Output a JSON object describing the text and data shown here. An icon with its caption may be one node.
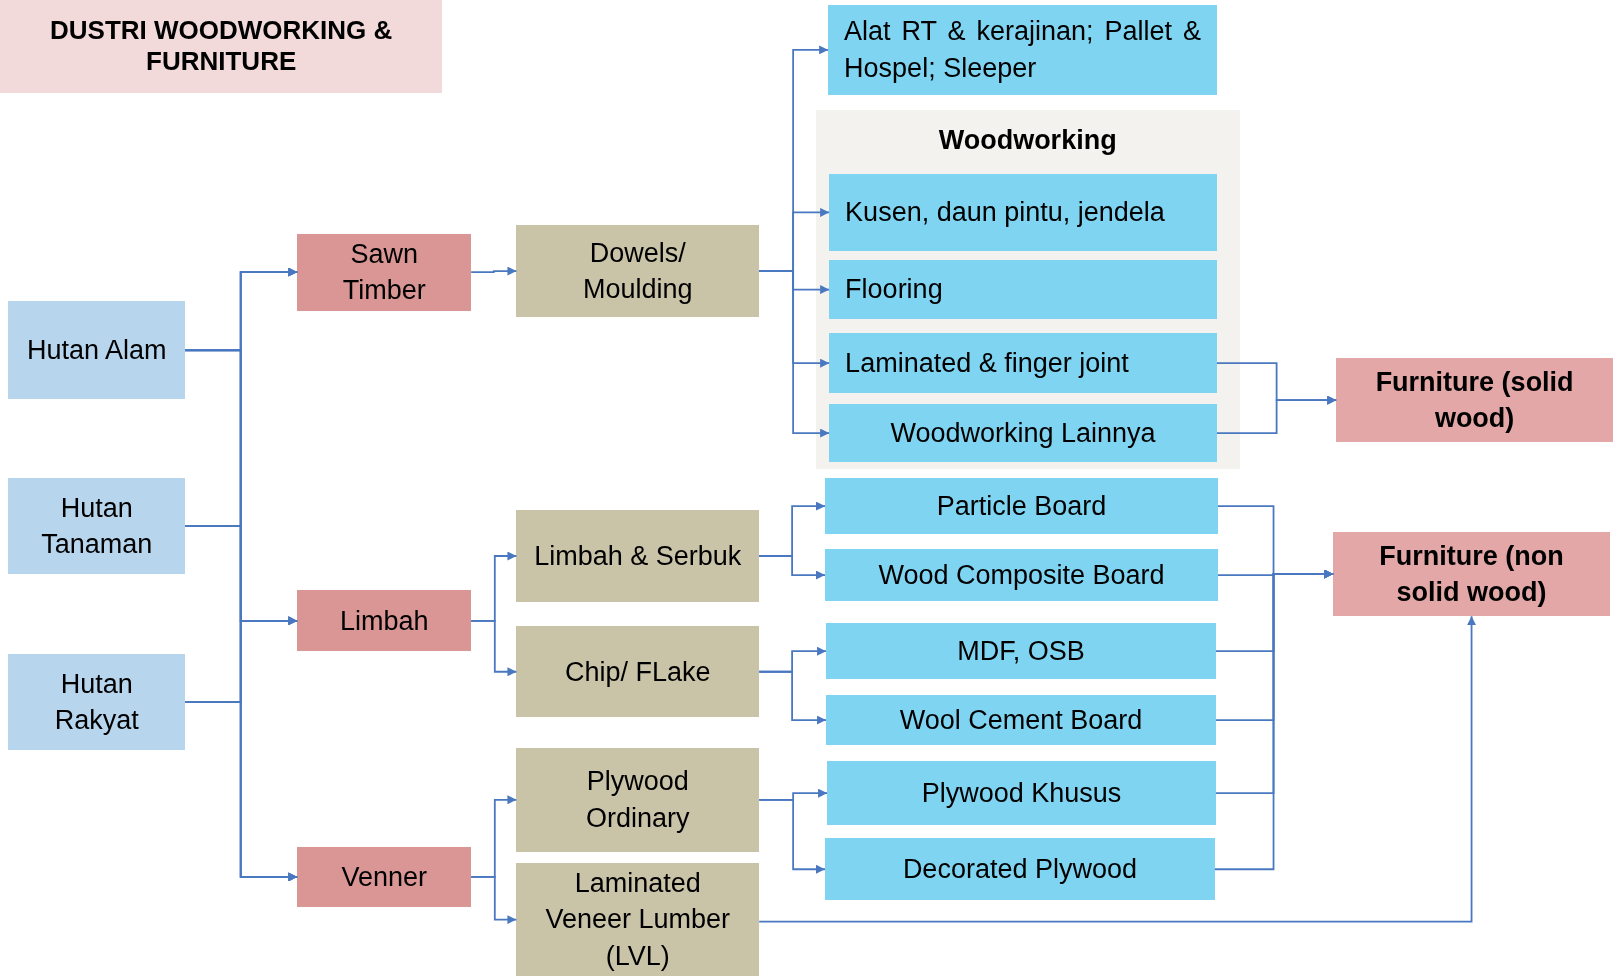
{
  "diagram": {
    "title": "DUSTRI WOODWORKING & FURNITURE",
    "nodes": [
      {
        "text": [
          "Hutan Alam"
        ]
      },
      {
        "text": [
          "Hutan Tanaman"
        ]
      },
      {
        "text": [
          "Hutan Rakyat"
        ]
      },
      {
        "text": [
          "Sawn Timber"
        ]
      },
      {
        "text": [
          "Limbah"
        ]
      },
      {
        "text": [
          "Venner"
        ]
      },
      {
        "text": [
          "Dowels/ Moulding"
        ]
      },
      {
        "text": [
          "Limbah & Serbuk"
        ]
      },
      {
        "text": [
          "Chip/ FLake"
        ]
      },
      {
        "text": [
          "Plywood Ordinary"
        ]
      },
      {
        "text": [
          "Laminated Veneer Lumber (LVL)"
        ]
      },
      {
        "text": [
          "Alat RT & kerajinan; Pallet & Hospel; Sleeper"
        ]
      },
      {
        "text": [
          "Woodworking"
        ]
      },
      {
        "text": [
          "Kusen, daun pintu, jendela"
        ],
        "in": 12
      },
      {
        "text": [
          "Flooring"
        ],
        "in": 12
      },
      {
        "text": [
          "Laminated & finger joint"
        ],
        "in": 12
      },
      {
        "text": [
          "Woodworking Lainnya"
        ],
        "in": 12
      },
      {
        "text": [
          "Particle Board"
        ]
      },
      {
        "text": [
          "Wood Composite Board"
        ]
      },
      {
        "text": [
          "MDF, OSB"
        ]
      },
      {
        "text": [
          "Wool Cement Board"
        ]
      },
      {
        "text": [
          "Plywood Khusus"
        ]
      },
      {
        "text": [
          "Decorated Plywood"
        ]
      },
      {
        "text": [
          "Furniture (solid wood)"
        ]
      },
      {
        "text": [
          "Furniture (non solid wood)"
        ]
      }
    ],
    "edges": [
      {
        "from": 0,
        "to": 3,
        "arrow": "to"
      },
      {
        "from": 0,
        "to": 4,
        "arrow": "to"
      },
      {
        "from": 0,
        "to": 5,
        "arrow": "to"
      },
      {
        "from": 1,
        "to": 3,
        "arrow": "to"
      },
      {
        "from": 1,
        "to": 4,
        "arrow": "to"
      },
      {
        "from": 1,
        "to": 5,
        "arrow": "to"
      },
      {
        "from": 2,
        "to": 3,
        "arrow": "to"
      },
      {
        "from": 2,
        "to": 4,
        "arrow": "to"
      },
      {
        "from": 2,
        "to": 5,
        "arrow": "to"
      },
      {
        "from": 3,
        "to": 6,
        "arrow": "to"
      },
      {
        "from": 6,
        "to": 11,
        "arrow": "to"
      },
      {
        "from": 6,
        "to": 13,
        "arrow": "to"
      },
      {
        "from": 6,
        "to": 14,
        "arrow": "to"
      },
      {
        "from": 6,
        "to": 15,
        "arrow": "to"
      },
      {
        "from": 6,
        "to": 16,
        "arrow": "to"
      },
      {
        "from": 4,
        "to": 7,
        "arrow": "to"
      },
      {
        "from": 4,
        "to": 8,
        "arrow": "to"
      },
      {
        "from": 7,
        "to": 17,
        "arrow": "to"
      },
      {
        "from": 7,
        "to": 18,
        "arrow": "to"
      },
      {
        "from": 8,
        "to": 19,
        "arrow": "to"
      },
      {
        "from": 8,
        "to": 20,
        "arrow": "to"
      },
      {
        "from": 5,
        "to": 9,
        "arrow": "to"
      },
      {
        "from": 5,
        "to": 10,
        "arrow": "to"
      },
      {
        "from": 9,
        "to": 21,
        "arrow": "to"
      },
      {
        "from": 9,
        "to": 22,
        "arrow": "to"
      },
      {
        "from": 15,
        "to": 23,
        "arrow": "to"
      },
      {
        "from": 16,
        "to": 23,
        "arrow": "to"
      },
      {
        "from": 17,
        "to": 24,
        "arrow": "to"
      },
      {
        "from": 18,
        "to": 24,
        "arrow": "to"
      },
      {
        "from": 19,
        "to": 24,
        "arrow": "to"
      },
      {
        "from": 20,
        "to": 24,
        "arrow": "to"
      },
      {
        "from": 21,
        "to": 24,
        "arrow": "to"
      },
      {
        "from": 22,
        "to": 24,
        "arrow": "to"
      },
      {
        "from": 10,
        "to": 24,
        "arrow": "to"
      }
    ]
  }
}
